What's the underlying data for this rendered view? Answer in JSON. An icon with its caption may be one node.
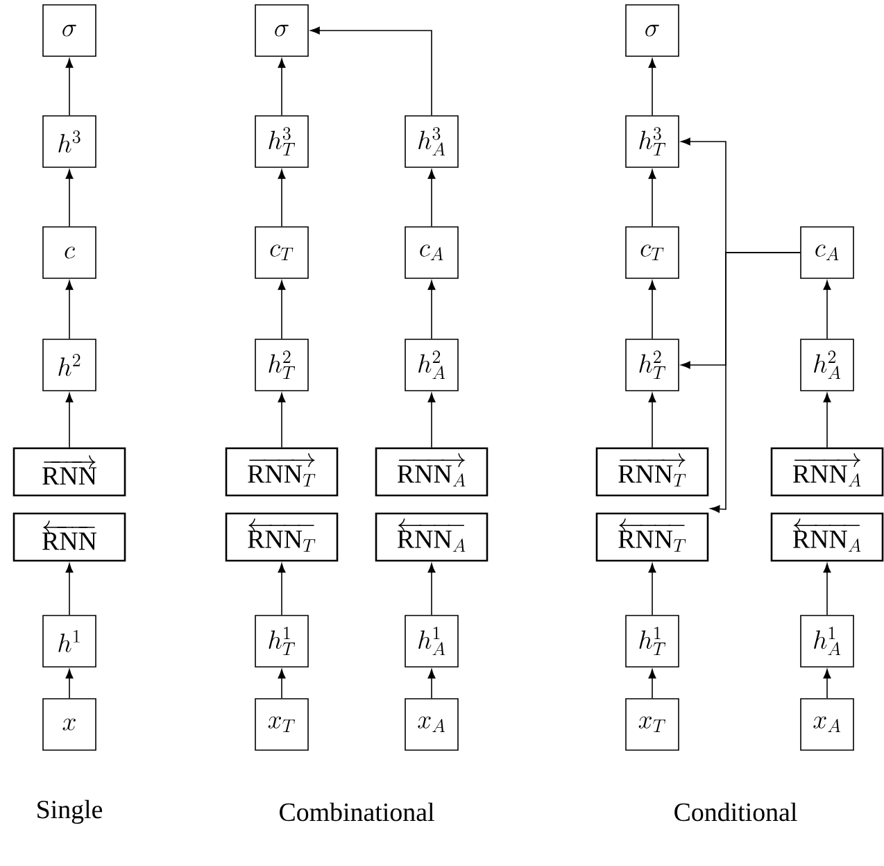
{
  "diagram": {
    "nodes": [
      {
        "text": [
          "\\sigma"
        ]
      },
      {
        "text": [
          "h^3"
        ]
      },
      {
        "text": [
          "c"
        ]
      },
      {
        "text": [
          "h^2"
        ]
      },
      {
        "text": [
          "\\overrightarrow{\\mathrm{RNN}}"
        ]
      },
      {
        "text": [
          "\\overleftarrow{\\mathrm{RNN}}"
        ]
      },
      {
        "text": [
          "h^1"
        ]
      },
      {
        "text": [
          "x"
        ]
      },
      {
        "text": [
          "\\sigma"
        ]
      },
      {
        "text": [
          "h^3_T"
        ]
      },
      {
        "text": [
          "c_T"
        ]
      },
      {
        "text": [
          "h^2_T"
        ]
      },
      {
        "text": [
          "\\overrightarrow{\\mathrm{RNN}_T}"
        ]
      },
      {
        "text": [
          "\\overleftarrow{\\mathrm{RNN}_T}"
        ]
      },
      {
        "text": [
          "h^1_T"
        ]
      },
      {
        "text": [
          "x_T"
        ]
      },
      {
        "text": [
          "h^3_A"
        ]
      },
      {
        "text": [
          "c_A"
        ]
      },
      {
        "text": [
          "h^2_A"
        ]
      },
      {
        "text": [
          "\\overrightarrow{\\mathrm{RNN}_A}"
        ]
      },
      {
        "text": [
          "\\overleftarrow{\\mathrm{RNN}_A}"
        ]
      },
      {
        "text": [
          "h^1_A"
        ]
      },
      {
        "text": [
          "x_A"
        ]
      },
      {
        "text": [
          "\\sigma"
        ]
      },
      {
        "text": [
          "h^3_T"
        ]
      },
      {
        "text": [
          "c_T"
        ]
      },
      {
        "text": [
          "h^2_T"
        ]
      },
      {
        "text": [
          "\\overrightarrow{\\mathrm{RNN}_T}"
        ]
      },
      {
        "text": [
          "\\overleftarrow{\\mathrm{RNN}_T}"
        ]
      },
      {
        "text": [
          "h^1_T"
        ]
      },
      {
        "text": [
          "x_T"
        ]
      },
      {
        "text": [
          "c_A"
        ]
      },
      {
        "text": [
          "h^2_A"
        ]
      },
      {
        "text": [
          "\\overrightarrow{\\mathrm{RNN}_A}"
        ]
      },
      {
        "text": [
          "\\overleftarrow{\\mathrm{RNN}_A}"
        ]
      },
      {
        "text": [
          "h^1_A"
        ]
      },
      {
        "text": [
          "x_A"
        ]
      }
    ],
    "edges": [
      {
        "from": 7,
        "to": 6,
        "arrow": "to"
      },
      {
        "from": 6,
        "to": 5,
        "arrow": "to"
      },
      {
        "from": 4,
        "to": 3,
        "arrow": "to"
      },
      {
        "from": 3,
        "to": 2,
        "arrow": "to"
      },
      {
        "from": 2,
        "to": 1,
        "arrow": "to"
      },
      {
        "from": 1,
        "to": 0,
        "arrow": "to"
      },
      {
        "from": 15,
        "to": 14,
        "arrow": "to"
      },
      {
        "from": 14,
        "to": 13,
        "arrow": "to"
      },
      {
        "from": 12,
        "to": 11,
        "arrow": "to"
      },
      {
        "from": 11,
        "to": 10,
        "arrow": "to"
      },
      {
        "from": 10,
        "to": 9,
        "arrow": "to"
      },
      {
        "from": 9,
        "to": 8,
        "arrow": "to"
      },
      {
        "from": 22,
        "to": 21,
        "arrow": "to"
      },
      {
        "from": 21,
        "to": 20,
        "arrow": "to"
      },
      {
        "from": 19,
        "to": 18,
        "arrow": "to"
      },
      {
        "from": 18,
        "to": 17,
        "arrow": "to"
      },
      {
        "from": 17,
        "to": 16,
        "arrow": "to"
      },
      {
        "from": 16,
        "to": 8,
        "arrow": "to"
      },
      {
        "from": 30,
        "to": 29,
        "arrow": "to"
      },
      {
        "from": 29,
        "to": 28,
        "arrow": "to"
      },
      {
        "from": 27,
        "to": 26,
        "arrow": "to"
      },
      {
        "from": 26,
        "to": 25,
        "arrow": "to"
      },
      {
        "from": 25,
        "to": 24,
        "arrow": "to"
      },
      {
        "from": 24,
        "to": 23,
        "arrow": "to"
      },
      {
        "from": 36,
        "to": 35,
        "arrow": "to"
      },
      {
        "from": 35,
        "to": 34,
        "arrow": "to"
      },
      {
        "from": 33,
        "to": 32,
        "arrow": "to"
      },
      {
        "from": 32,
        "to": 31,
        "arrow": "to"
      },
      {
        "from": 31,
        "to": 24,
        "arrow": "to"
      },
      {
        "from": 31,
        "to": 26,
        "arrow": "to"
      },
      {
        "from": 31,
        "to": 28,
        "arrow": "to"
      }
    ],
    "labels": [
      "Single",
      "Combinational",
      "Conditional"
    ]
  }
}
